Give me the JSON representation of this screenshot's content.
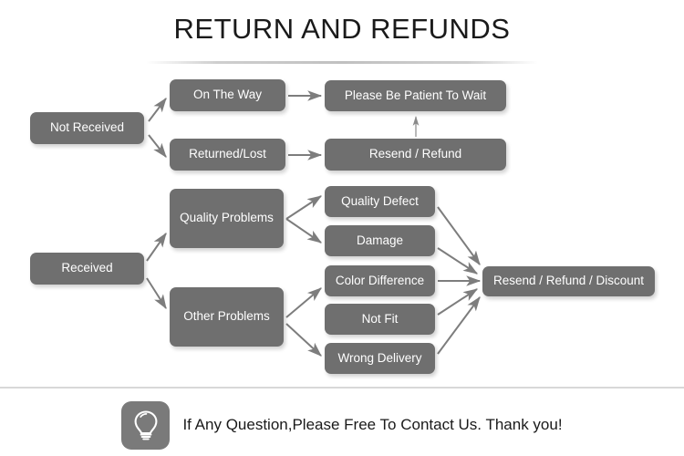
{
  "title": "RETURN AND REFUNDS",
  "nodes": {
    "not_received": "Not Received",
    "on_the_way": "On The Way",
    "returned_lost": "Returned/Lost",
    "please_wait": "Please Be Patient To Wait",
    "resend_refund": "Resend / Refund",
    "received": "Received",
    "quality_problems": "Quality Problems",
    "other_problems": "Other Problems",
    "quality_defect": "Quality Defect",
    "damage": "Damage",
    "color_difference": "Color Difference",
    "not_fit": "Not Fit",
    "wrong_delivery": "Wrong Delivery",
    "resend_refund_discount": "Resend / Refund / Discount"
  },
  "footer": {
    "icon": "lightbulb-icon",
    "text": "If Any Question,Please Free To Contact Us. Thank you!"
  },
  "colors": {
    "box_fill": "#6f6f6f",
    "box_text": "#ffffff",
    "arrow": "#7d7d7d",
    "title_text": "#1a1a1a",
    "background": "#ffffff",
    "rule": "#d8d8d8"
  }
}
